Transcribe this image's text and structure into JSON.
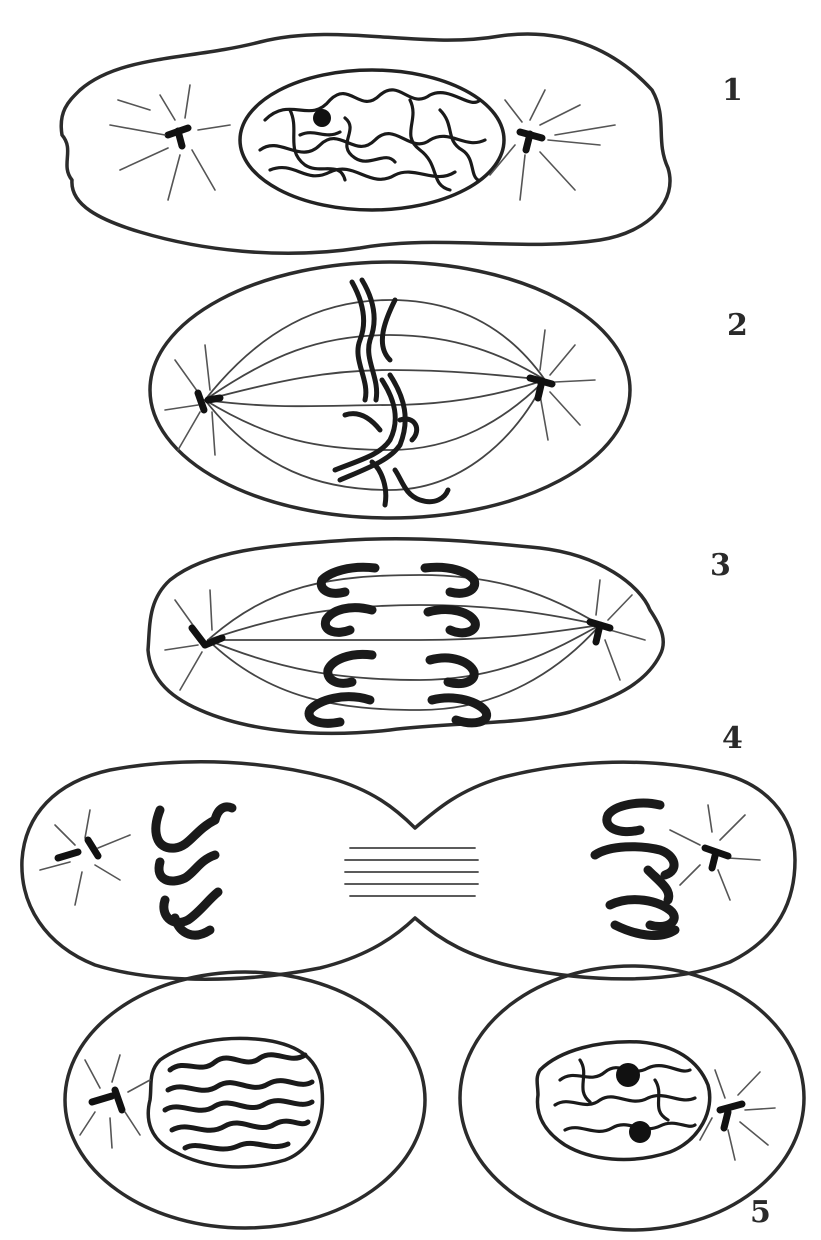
{
  "stage_labels": [
    "1",
    "2",
    "3",
    "4",
    "5"
  ]
}
